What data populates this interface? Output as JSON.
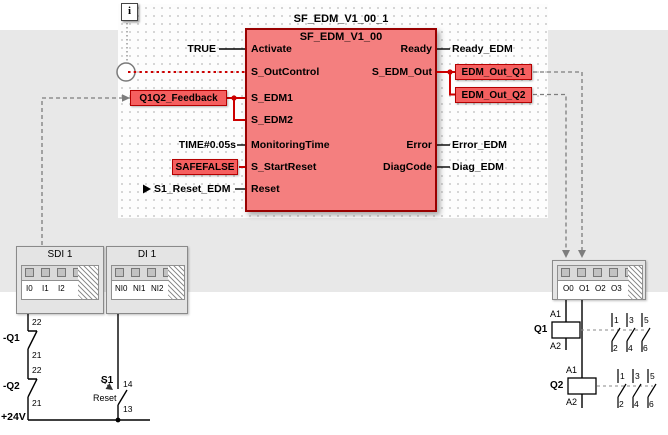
{
  "info_icon": {
    "glyph": "i"
  },
  "function_block": {
    "instance_name": "SF_EDM_V1_00_1",
    "type_name": "SF_EDM_V1_00",
    "inputs": [
      "Activate",
      "S_OutControl",
      "S_EDM1",
      "S_EDM2",
      "MonitoringTime",
      "S_StartReset",
      "Reset"
    ],
    "outputs": [
      "Ready",
      "S_EDM_Out",
      "Error",
      "DiagCode"
    ]
  },
  "left_operands": {
    "activate_value": "TRUE",
    "edm_feedback": "Q1Q2_Feedback",
    "monitoring_time": "TIME#0.05s",
    "start_reset": "SAFEFALSE",
    "reset_signal": "S1_Reset_EDM"
  },
  "right_operands": {
    "ready": "Ready_EDM",
    "edm_out_q1": "EDM_Out_Q1",
    "edm_out_q2": "EDM_Out_Q2",
    "error": "Error_EDM",
    "diag": "Diag_EDM"
  },
  "modules": {
    "sdi": {
      "title": "SDI 1",
      "terminals": [
        "I0",
        "I1",
        "I2"
      ]
    },
    "di": {
      "title": "DI 1",
      "terminals": [
        "NI0",
        "NI1",
        "NI2"
      ]
    },
    "output": {
      "terminals": [
        "O0",
        "O1",
        "O2",
        "O3"
      ]
    }
  },
  "circuit_left": {
    "q1_label": "-Q1",
    "q2_label": "-Q2",
    "q1_terminals": [
      "22",
      "21"
    ],
    "q2_terminals": [
      "22",
      "21"
    ],
    "s1_label": "S1",
    "s1_caption": "Reset",
    "s1_terminals": [
      "14",
      "13"
    ],
    "supply": "+24V"
  },
  "circuit_right": {
    "q1": {
      "name": "Q1",
      "a1": "A1",
      "a2": "A2",
      "top_contacts": [
        "1",
        "3",
        "5"
      ],
      "bottom_contacts": [
        "2",
        "4",
        "6"
      ]
    },
    "q2": {
      "name": "Q2",
      "a1": "A1",
      "a2": "A2",
      "top_contacts": [
        "1",
        "3",
        "5"
      ],
      "bottom_contacts": [
        "2",
        "4",
        "6"
      ]
    }
  },
  "colors": {
    "block_fill": "#f47f7f",
    "block_border": "#990000",
    "wire_red": "#cc0000",
    "background_gray": "#e8e8e8",
    "operand_box_red": "#f55f5f"
  }
}
